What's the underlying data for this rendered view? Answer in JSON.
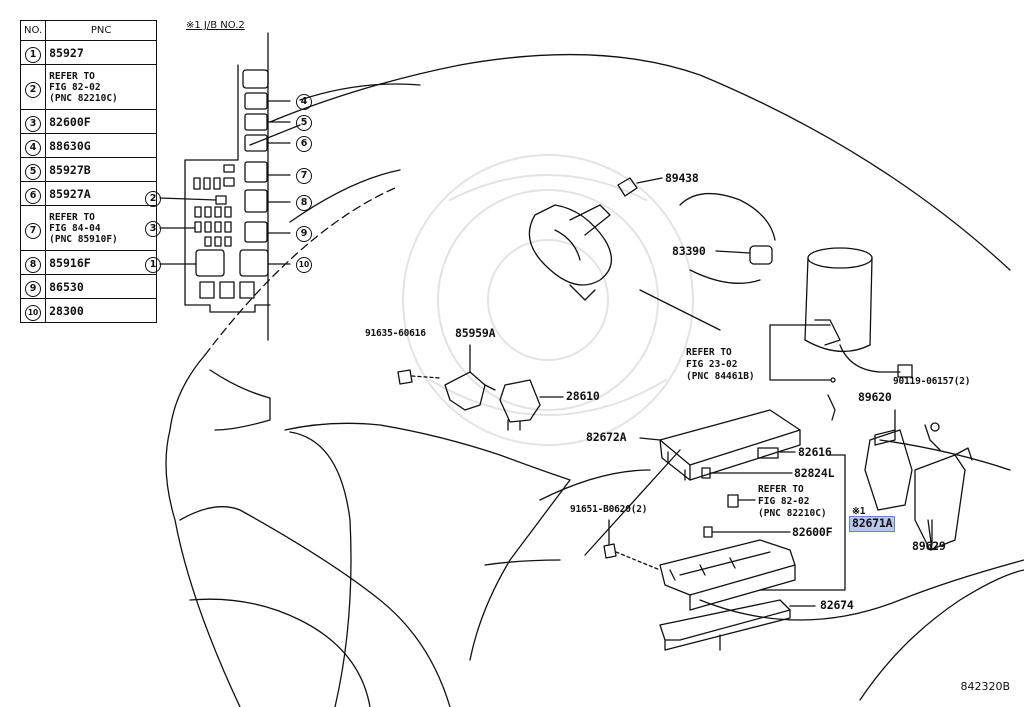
{
  "table": {
    "headers": {
      "no": "NO.",
      "pnc": "PNC"
    },
    "rows": [
      {
        "no": "1",
        "pnc": "85927"
      },
      {
        "no": "2",
        "pnc": "REFER TO\nFIG 82-02\n(PNC 82210C)"
      },
      {
        "no": "3",
        "pnc": "82600F"
      },
      {
        "no": "4",
        "pnc": "88630G"
      },
      {
        "no": "5",
        "pnc": "85927B"
      },
      {
        "no": "6",
        "pnc": "85927A"
      },
      {
        "no": "7",
        "pnc": "REFER TO\nFIG 84-04\n(PNC 85910F)"
      },
      {
        "no": "8",
        "pnc": "85916F"
      },
      {
        "no": "9",
        "pnc": "86530"
      },
      {
        "no": "10",
        "pnc": "28300"
      }
    ]
  },
  "jb": {
    "title": "※1 J/B NO.2",
    "callouts": [
      "1",
      "2",
      "3",
      "4",
      "5",
      "6",
      "7",
      "8",
      "9",
      "10"
    ]
  },
  "parts": {
    "p89438": "89438",
    "p83390": "83390",
    "p91635": "91635-60616",
    "p85959A": "85959A",
    "p28610": "28610",
    "p82672A": "82672A",
    "p82616": "82616",
    "p82824L": "82824L",
    "p91651": "91651-B0620(2)",
    "p82600F": "82600F",
    "p82674": "82674",
    "p89620": "89620",
    "p90119": "90119-06157(2)",
    "p82671A": "82671A",
    "p89629": "89629",
    "mark1": "※1"
  },
  "notes": {
    "refer_84461B": "REFER TO\nFIG 23-02\n(PNC 84461B)",
    "refer_82210C": "REFER TO\nFIG 82-02\n(PNC 82210C)"
  },
  "figure_number": "842320B",
  "colors": {
    "highlight": "#b9c6ef",
    "line": "#111111"
  }
}
